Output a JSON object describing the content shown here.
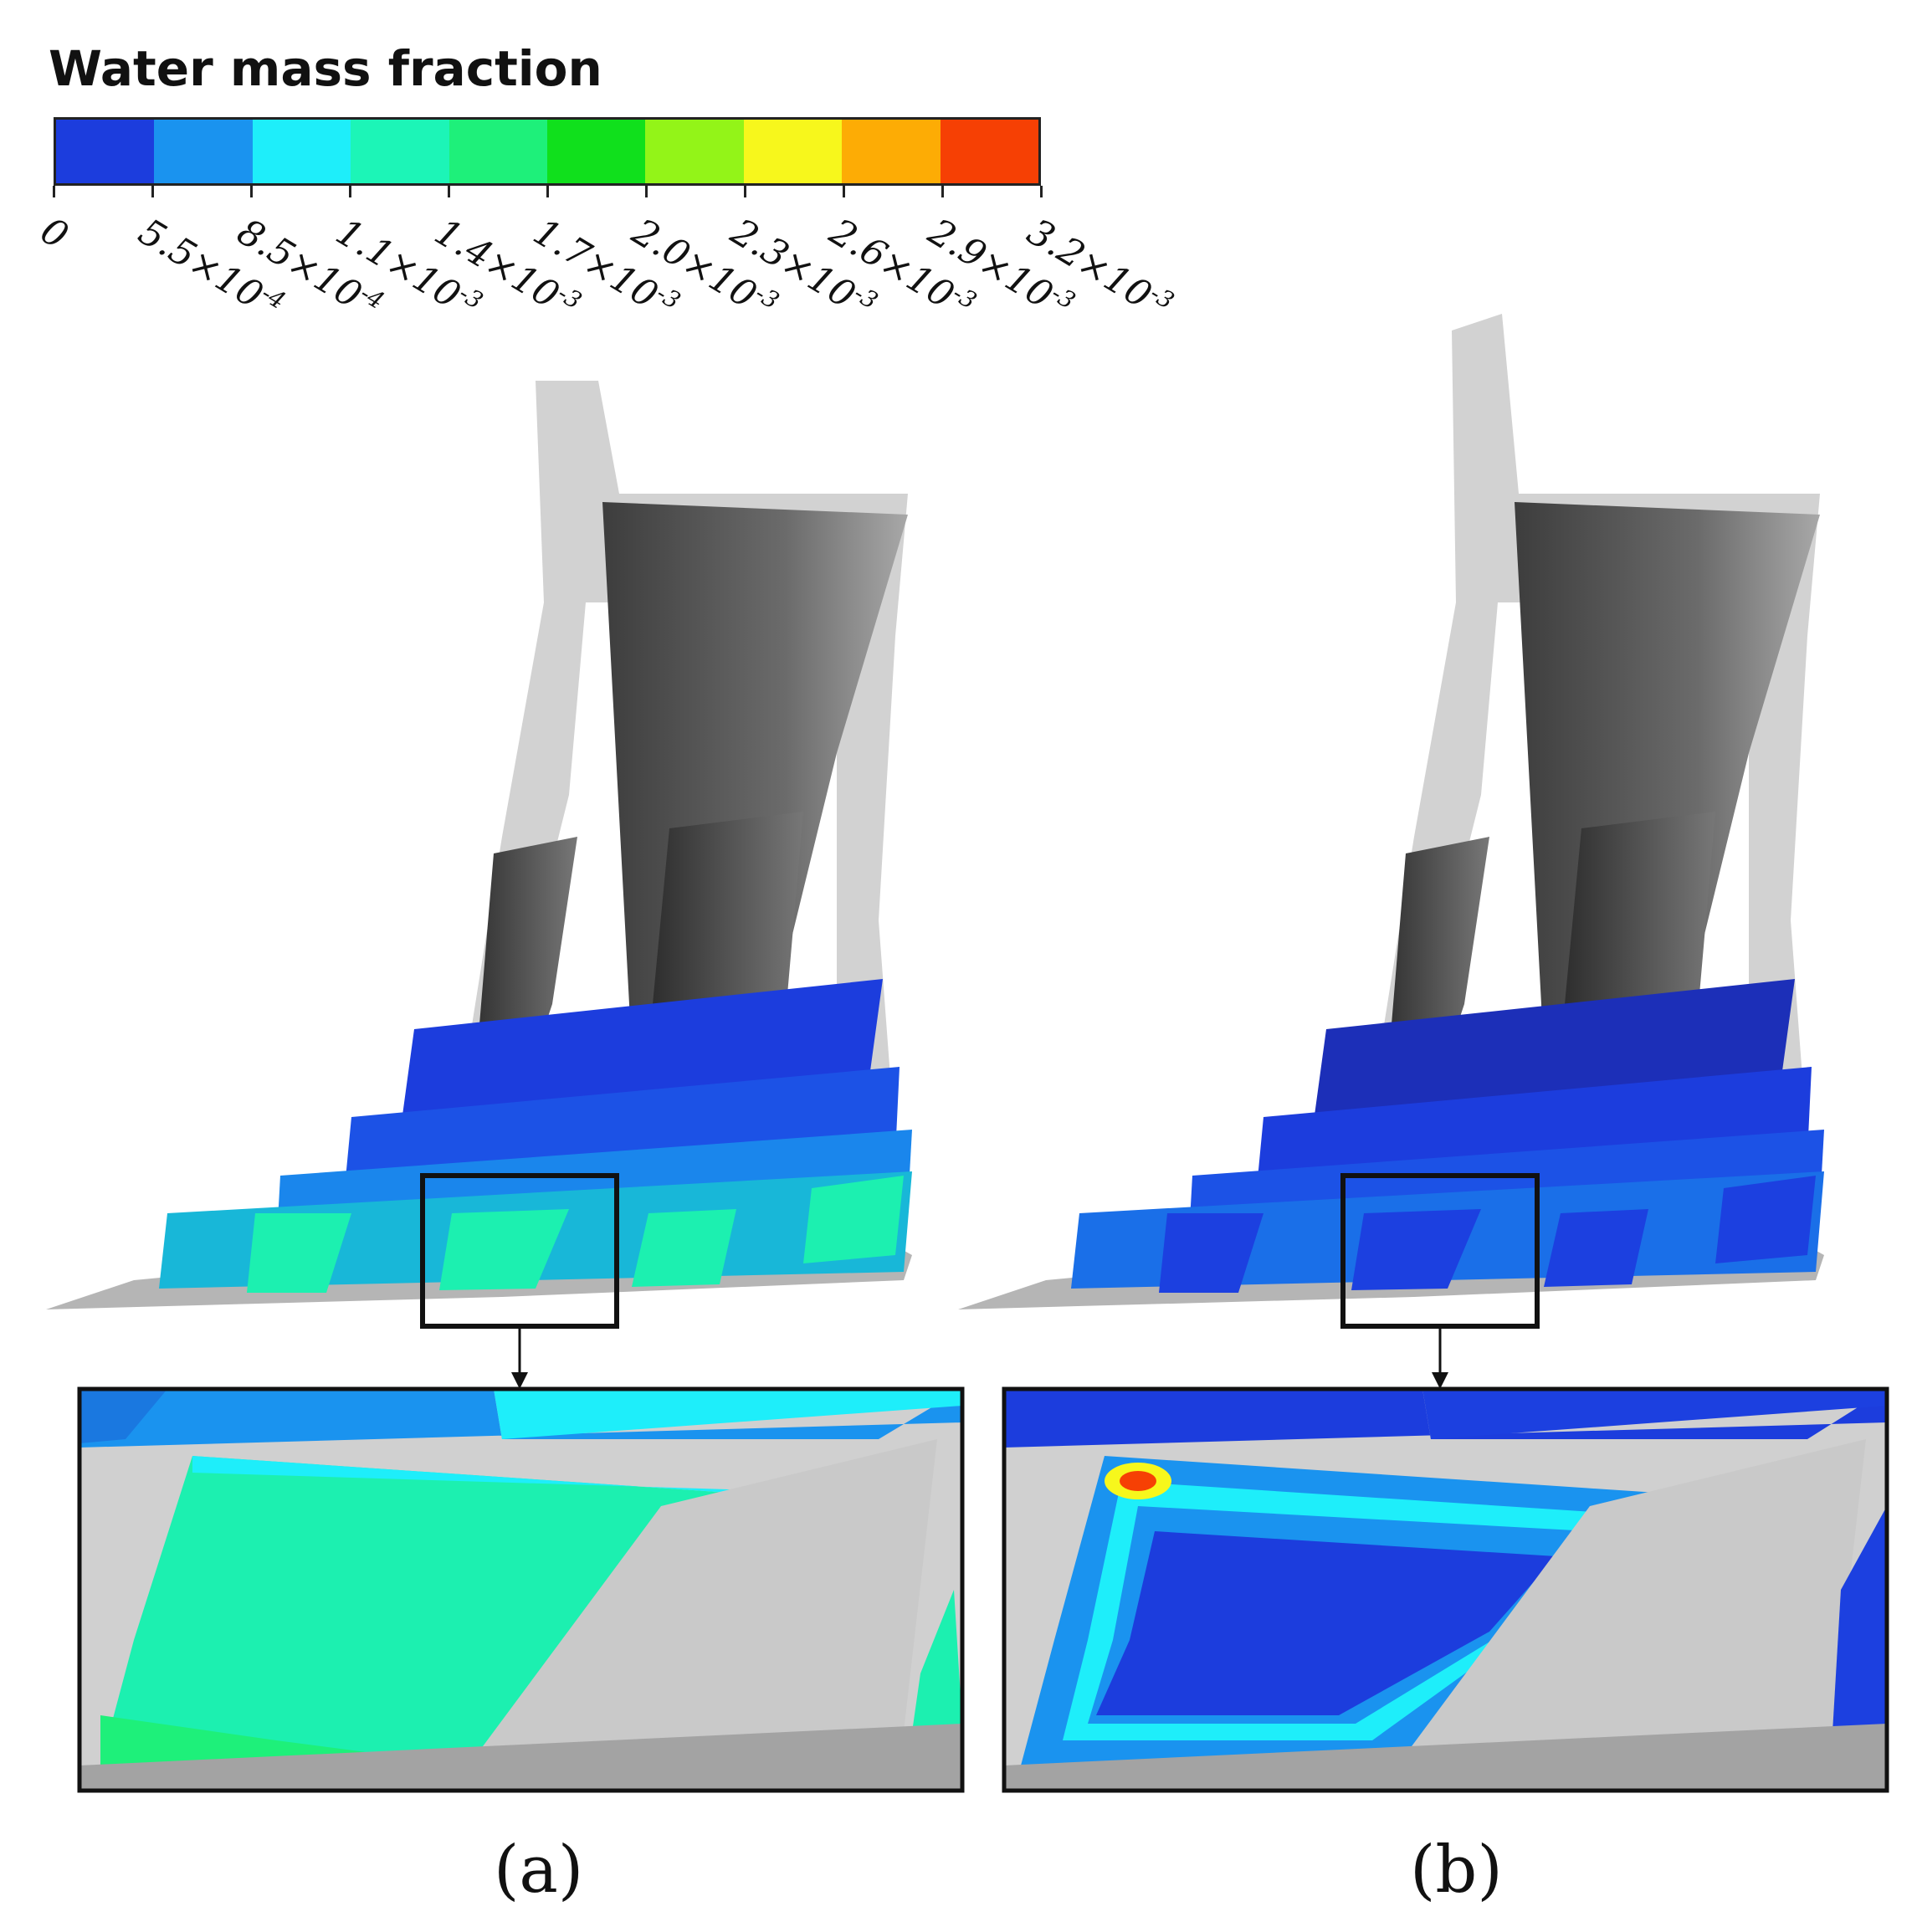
{
  "legend": {
    "title": "Water mass fraction",
    "colors": [
      "#1c3ddd",
      "#1a93ef",
      "#1eeefa",
      "#1cf5b7",
      "#1ef07a",
      "#10e01c",
      "#93f418",
      "#f7f71c",
      "#fdac05",
      "#f64004"
    ],
    "ticks": [
      {
        "mant": "0",
        "exp": ""
      },
      {
        "mant": "5.5×10",
        "exp": "-4"
      },
      {
        "mant": "8.5×10",
        "exp": "-4"
      },
      {
        "mant": "1.1×10",
        "exp": "-3"
      },
      {
        "mant": "1.4×10",
        "exp": "-3"
      },
      {
        "mant": "1.7×10",
        "exp": "-3"
      },
      {
        "mant": "2.0×10",
        "exp": "-3"
      },
      {
        "mant": "2.3×10",
        "exp": "-3"
      },
      {
        "mant": "2.6×10",
        "exp": "-3"
      },
      {
        "mant": "2.9×10",
        "exp": "-3"
      },
      {
        "mant": "3.2×10",
        "exp": "-3"
      }
    ]
  },
  "panels": [
    {
      "label": "(a)",
      "slice_color": "#1cf0b0",
      "zoom_color": "#1cf0b0"
    },
    {
      "label": "(b)",
      "slice_color": "#1c40e0",
      "zoom_color": "#1c3ddd"
    }
  ]
}
